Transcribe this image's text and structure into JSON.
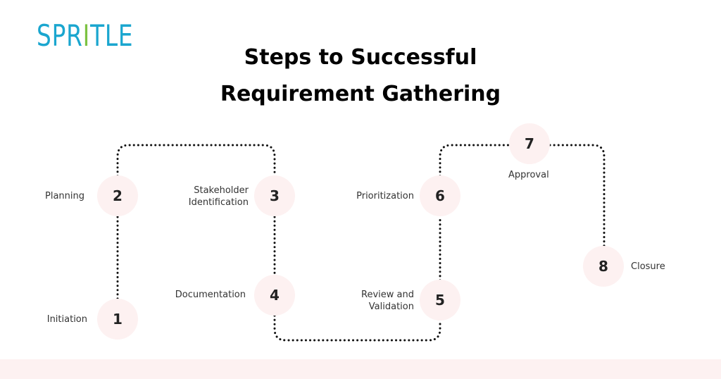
{
  "logo": {
    "part1": "SPR",
    "part2": "I",
    "part3": "TLE"
  },
  "title": {
    "line1": "Steps to Successful",
    "line2": "Requirement Gathering"
  },
  "steps": [
    {
      "number": "1",
      "label": "Initiation"
    },
    {
      "number": "2",
      "label": "Planning"
    },
    {
      "number": "3",
      "label_line1": "Stakeholder",
      "label_line2": "Identification"
    },
    {
      "number": "4",
      "label": "Documentation"
    },
    {
      "number": "5",
      "label_line1": "Review and",
      "label_line2": "Validation"
    },
    {
      "number": "6",
      "label": "Prioritization"
    },
    {
      "number": "7",
      "label": "Approval"
    },
    {
      "number": "8",
      "label": "Closure"
    }
  ],
  "colors": {
    "node_fill": "#fdf1f1",
    "logo_blue": "#1aa6cf",
    "logo_green": "#7cc242",
    "footer": "#fdf1f1"
  }
}
